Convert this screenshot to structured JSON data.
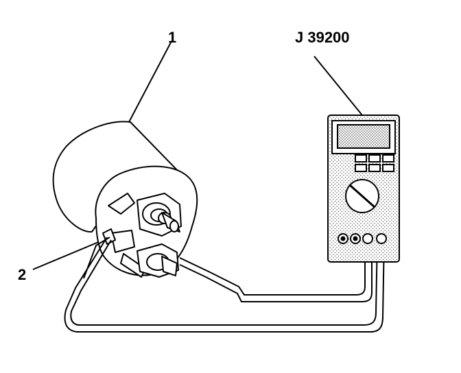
{
  "callouts": {
    "solenoid": "1",
    "terminal": "2",
    "tool": "J 39200"
  }
}
